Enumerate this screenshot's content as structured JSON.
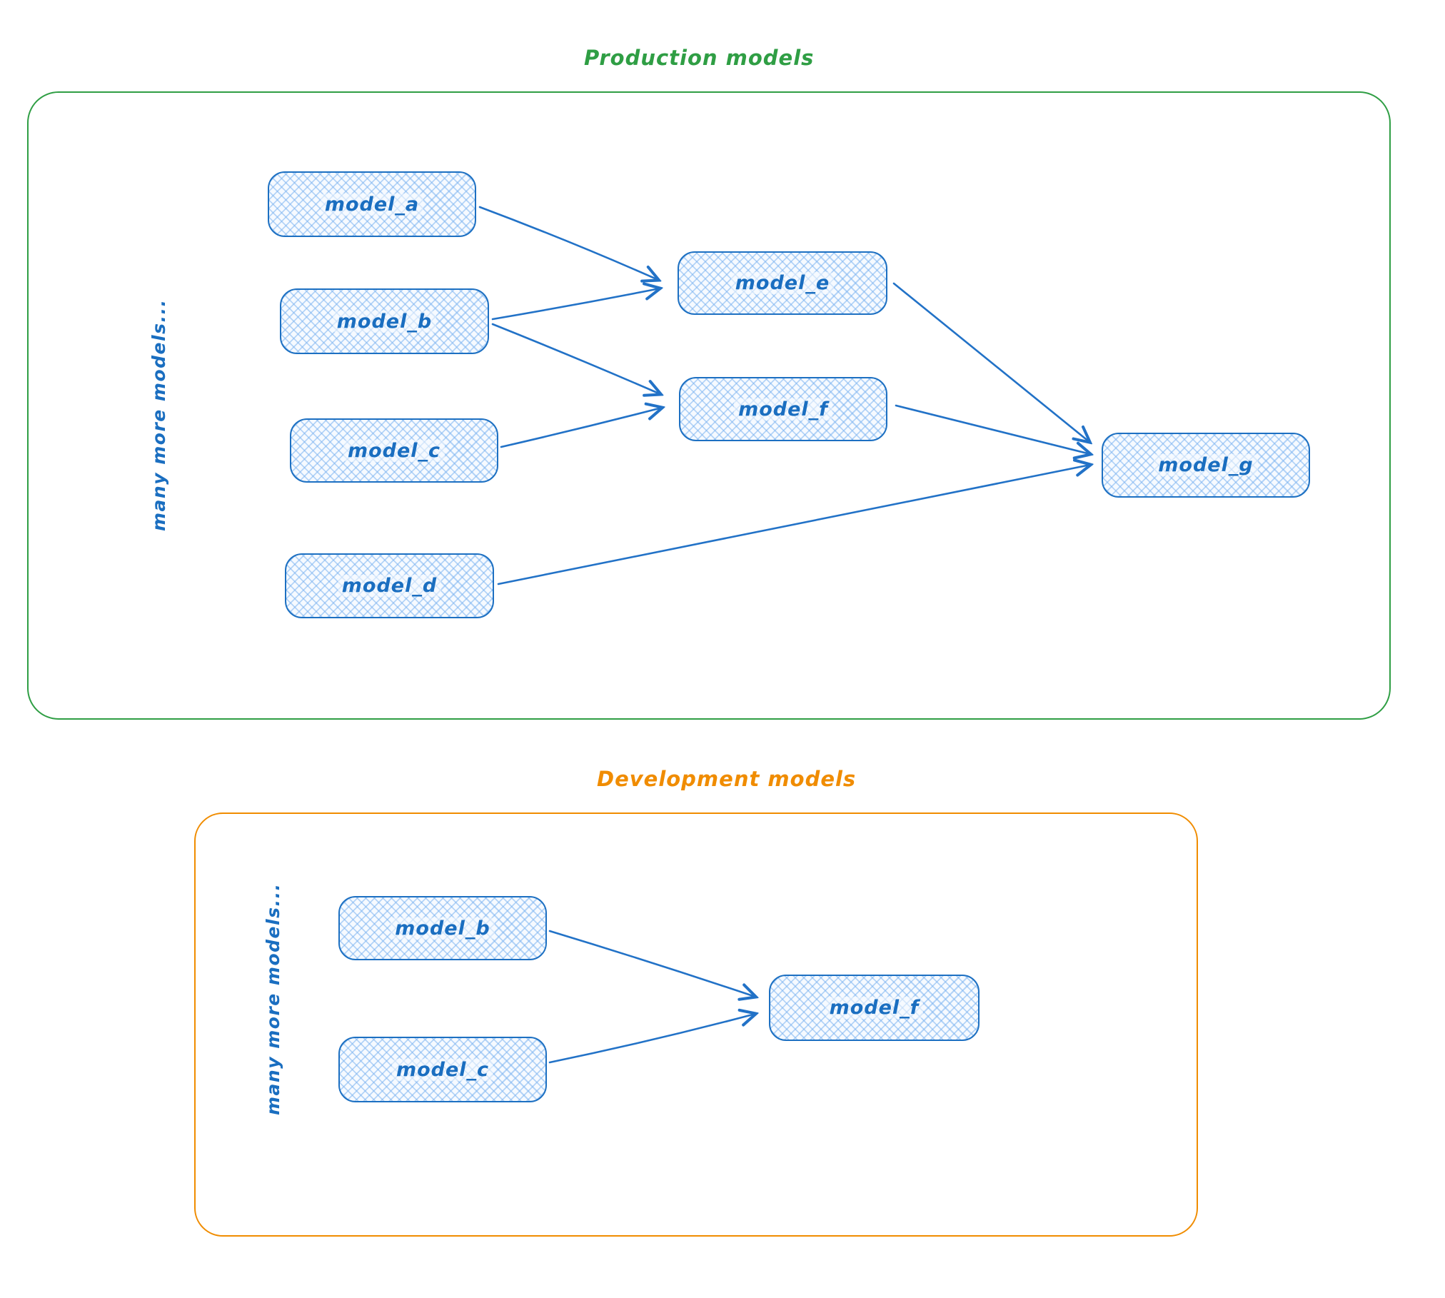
{
  "colors": {
    "node_stroke": "#1d70c2",
    "node_fill": "#d8eaff",
    "node_text": "#1a6ec0",
    "production_accent": "#2f9e44",
    "development_accent": "#f08c00",
    "edge": "#2272c7"
  },
  "production": {
    "title": "Production models",
    "side_label": "many more models...",
    "nodes": {
      "model_a": "model_a",
      "model_b": "model_b",
      "model_c": "model_c",
      "model_d": "model_d",
      "model_e": "model_e",
      "model_f": "model_f",
      "model_g": "model_g"
    },
    "edges": [
      {
        "from": "model_a",
        "to": "model_e"
      },
      {
        "from": "model_b",
        "to": "model_e"
      },
      {
        "from": "model_b",
        "to": "model_f"
      },
      {
        "from": "model_c",
        "to": "model_f"
      },
      {
        "from": "model_e",
        "to": "model_g"
      },
      {
        "from": "model_f",
        "to": "model_g"
      },
      {
        "from": "model_d",
        "to": "model_g"
      }
    ]
  },
  "development": {
    "title": "Development models",
    "side_label": "many more models...",
    "nodes": {
      "model_b": "model_b",
      "model_c": "model_c",
      "model_f": "model_f"
    },
    "edges": [
      {
        "from": "model_b",
        "to": "model_f"
      },
      {
        "from": "model_c",
        "to": "model_f"
      }
    ]
  }
}
